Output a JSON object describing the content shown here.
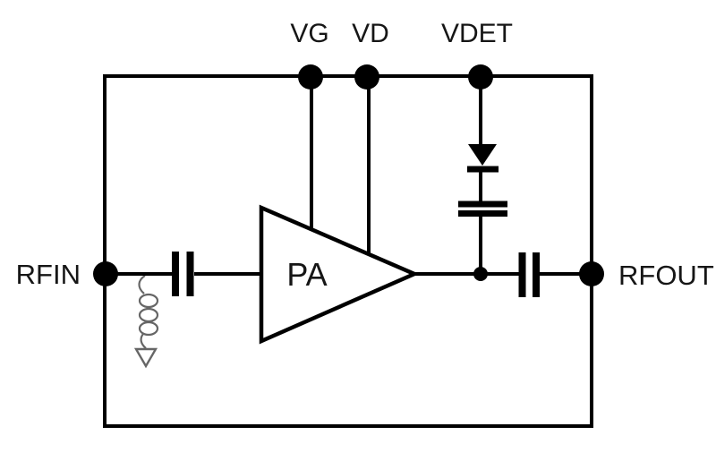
{
  "diagram": {
    "background_color": "#ffffff",
    "wire_color": "#000000",
    "inductor_color": "#666666",
    "text_color": "#161616",
    "terminals": {
      "vg": "VG",
      "vd": "VD",
      "vdet": "VDET",
      "rfin": "RFIN",
      "rfout": "RFOUT"
    },
    "amplifier": {
      "label": "PA"
    },
    "components": [
      "module-outline",
      "pa-amplifier-triangle",
      "input-coupling-capacitor",
      "output-coupling-capacitor",
      "detector-diode",
      "detector-capacitor",
      "shunt-inductor",
      "ground-arrow",
      "vg-supply-line",
      "vd-supply-line",
      "vdet-line",
      "output-junction-dot"
    ]
  }
}
